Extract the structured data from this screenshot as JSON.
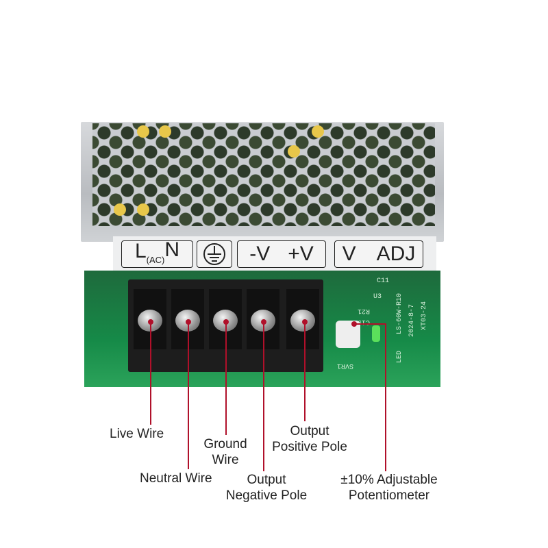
{
  "device_labels": {
    "l": "L",
    "ac": "(AC)",
    "n": "N",
    "neg_v": "-V",
    "pos_v": "+V",
    "v": "V",
    "adj": "ADJ"
  },
  "pcb_text": {
    "model": "LS-60W-R10",
    "date": "2024-8-7",
    "code": "XT03-24",
    "led": "LED",
    "svr": "SVR1",
    "c11": "C11",
    "u3": "U3",
    "r21": "R21",
    "c19": "C19"
  },
  "callouts": {
    "live": "Live Wire",
    "neutral": "Neutral Wire",
    "ground_1": "Ground",
    "ground_2": "Wire",
    "neg_1": "Output",
    "neg_2": "Negative Pole",
    "pos_1": "Output",
    "pos_2": "Positive Pole",
    "pot_1": "±10% Adjustable",
    "pot_2": "Potentiometer"
  },
  "accent_color": "#b0102a"
}
